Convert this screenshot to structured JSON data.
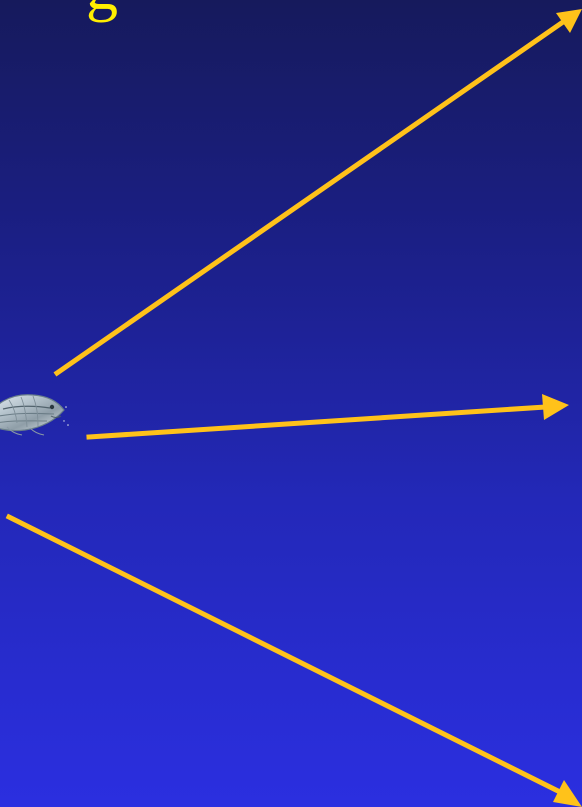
{
  "slide": {
    "title_fragment": "g",
    "background_colors": [
      "#161a5c",
      "#1b1f86",
      "#2328b8",
      "#2b2fe0"
    ],
    "arrow_color": "#ffc21a",
    "title_color": "#ffee00"
  },
  "graphics": {
    "fish_image": "fish-illustration",
    "arrows": [
      "arrow-up-right",
      "arrow-right",
      "arrow-down-right"
    ]
  }
}
